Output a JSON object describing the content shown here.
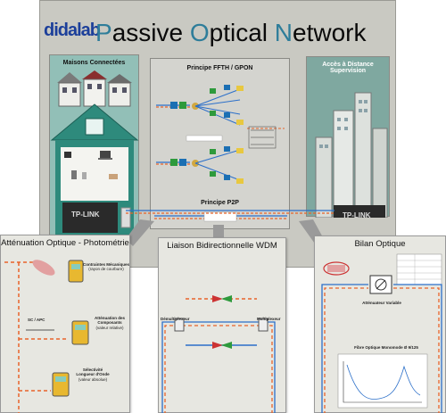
{
  "brand": {
    "logo": "didalab"
  },
  "header": {
    "title_p": "P",
    "title_rest1": "assive ",
    "title_o": "O",
    "title_rest2": "ptical ",
    "title_n": "N",
    "title_rest3": "etwork"
  },
  "panels": {
    "left_title": "Maisons Connectées",
    "mid_title": "Principe FFTH / GPON",
    "mid_subtitle": "Principe P2P",
    "right_title_1": "Accès à Distance",
    "right_title_2": "Supervision",
    "router_brand": "TP-LINK"
  },
  "cards": {
    "c1_title": "Atténuation Optique - Photométrie",
    "c1_labels": {
      "l1a": "Contraintes Mécaniques",
      "l1b": "(rayon de courbure)",
      "l2a": "Atténuation des",
      "l2b": "Composants",
      "l2c": "(valeur relative)",
      "l3a": "Sélectivité",
      "l3b": "Longueur d'Onde",
      "l3c": "(valeur absolue)",
      "conn": "SC / APC"
    },
    "c2_title": "Liaison Bidirectionnelle WDM",
    "c2_labels": {
      "left": "Démultiplexeur",
      "right": "Multiplexeur"
    },
    "c3_title": "Bilan Optique",
    "c3_labels": {
      "att": "Atténuateur Variable",
      "fibre": "Fibre Optique   Monomode   Ø 9/125"
    }
  },
  "colors": {
    "accent": "#2e7d9a",
    "logo": "#1c3f9a",
    "fiber_orange": "#e8632a",
    "fiber_blue": "#2b6fc9",
    "house": "#2e8a7c"
  }
}
